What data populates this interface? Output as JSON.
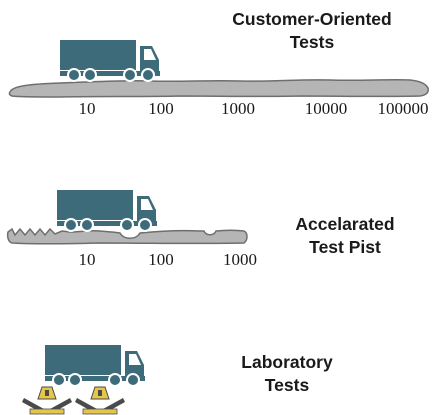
{
  "colors": {
    "truck": "#3d6b79",
    "wheel": "#3d6b79",
    "road": "#b5b5b5",
    "road_outline": "#6e6e6e",
    "actuator": "#e6c64a",
    "actuator_dark": "#4a4a4a"
  },
  "sections": [
    {
      "id": "customer",
      "title_line1": "Customer-Oriented",
      "title_line2": "Tests",
      "ticks": [
        "10",
        "100",
        "1000",
        "10000",
        "100000"
      ]
    },
    {
      "id": "accelerated",
      "title_line1": "Accelarated",
      "title_line2": "Test Pist",
      "ticks": [
        "10",
        "100",
        "1000"
      ]
    },
    {
      "id": "laboratory",
      "title_line1": "Laboratory",
      "title_line2": "Tests",
      "ticks": []
    }
  ],
  "icons": [
    "truck-icon",
    "road-surface",
    "rough-road-surface",
    "hydraulic-actuator-icon"
  ]
}
